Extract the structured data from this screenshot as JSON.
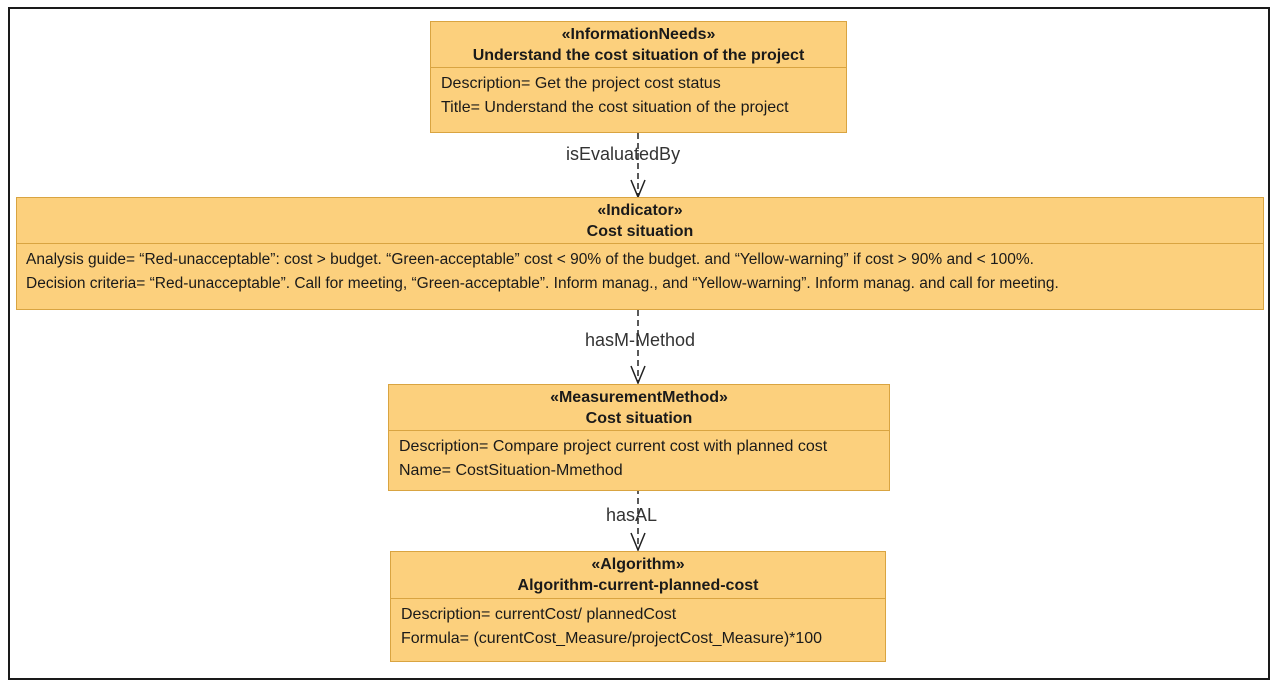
{
  "boxes": {
    "info": {
      "stereotype": "«InformationNeeds»",
      "name": "Understand the cost situation of the project",
      "attrs": [
        "Description= Get the project cost status",
        "Title= Understand the cost situation of the project"
      ]
    },
    "indicator": {
      "stereotype": "«Indicator»",
      "name": "Cost situation",
      "attrs": [
        "Analysis guide= “Red-unacceptable”: cost > budget. “Green-acceptable” cost < 90% of the budget. and “Yellow-warning” if cost > 90% and < 100%.",
        "Decision criteria= “Red-unacceptable”. Call for meeting, “Green-acceptable”. Inform manag., and “Yellow-warning”. Inform manag. and call for meeting."
      ]
    },
    "method": {
      "stereotype": "«MeasurementMethod»",
      "name": "Cost situation",
      "attrs": [
        "Description= Compare project current cost with planned cost",
        "Name= CostSituation-Mmethod"
      ]
    },
    "algorithm": {
      "stereotype": "«Algorithm»",
      "name": "Algorithm-current-planned-cost",
      "attrs": [
        "Description= currentCost/  plannedCost",
        "Formula= (curentCost_Measure/projectCost_Measure)*100"
      ]
    }
  },
  "edges": {
    "e1": "isEvaluatedBy",
    "e2": "hasM-Method",
    "e3": "hasAL"
  },
  "colors": {
    "box_fill": "#fcd07d",
    "box_border": "#d9a441"
  }
}
